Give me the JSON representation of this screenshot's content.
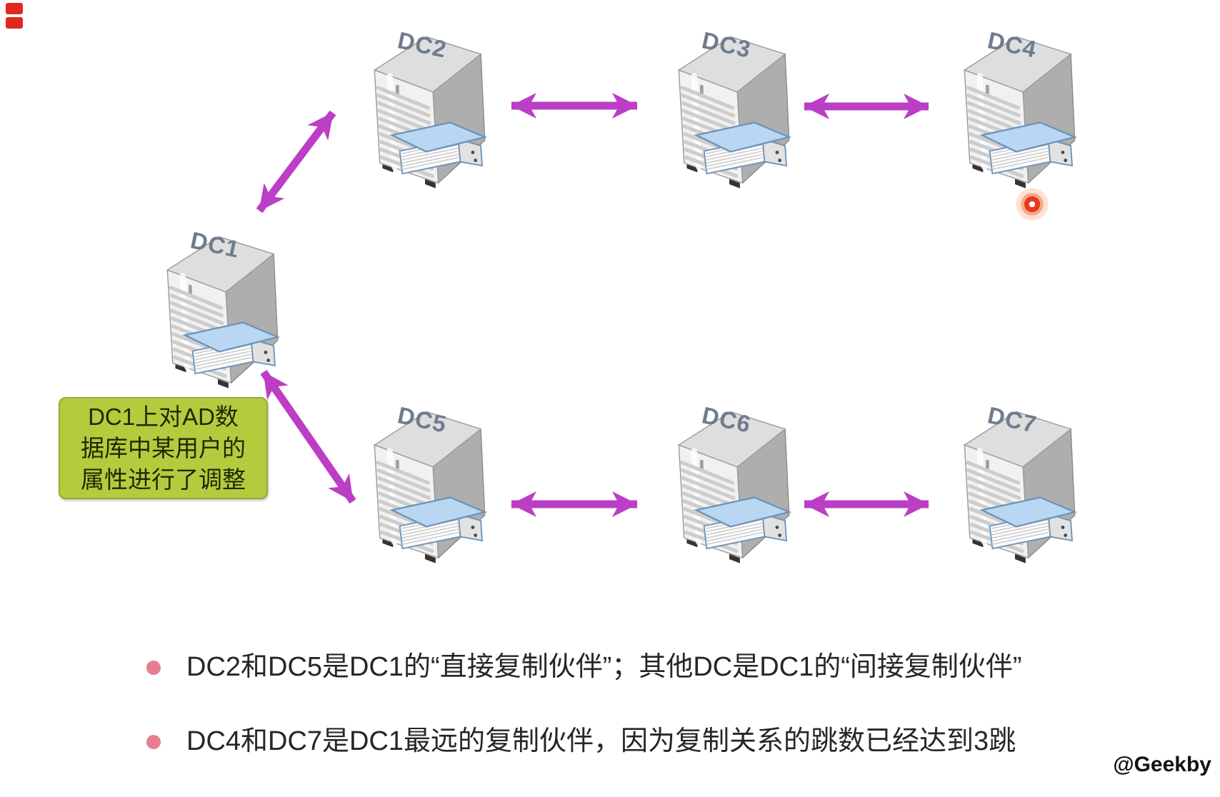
{
  "slide": {
    "nodes": [
      {
        "id": "dc1",
        "label": "DC1"
      },
      {
        "id": "dc2",
        "label": "DC2"
      },
      {
        "id": "dc3",
        "label": "DC3"
      },
      {
        "id": "dc4",
        "label": "DC4"
      },
      {
        "id": "dc5",
        "label": "DC5"
      },
      {
        "id": "dc6",
        "label": "DC6"
      },
      {
        "id": "dc7",
        "label": "DC7"
      }
    ],
    "edges": [
      {
        "from": "DC1",
        "to": "DC2"
      },
      {
        "from": "DC2",
        "to": "DC3"
      },
      {
        "from": "DC3",
        "to": "DC4"
      },
      {
        "from": "DC1",
        "to": "DC5"
      },
      {
        "from": "DC5",
        "to": "DC6"
      },
      {
        "from": "DC6",
        "to": "DC7"
      }
    ],
    "callout": {
      "text": "DC1上对AD数据库中某用户的属性进行了调整",
      "lines": [
        "DC1上对AD数",
        "据库中某用户的",
        "属性进行了调整"
      ]
    },
    "bullets": [
      "DC2和DC5是DC1的“直接复制伙伴”；其他DC是DC1的“间接复制伙伴”",
      "DC4和DC7是DC1最远的复制伙伴，因为复制关系的跳数已经达到3跳"
    ],
    "watermark": "@Geekby",
    "colors": {
      "arrow": "#bc3ec6",
      "callout_bg": "#b4cb3e",
      "callout_border": "#94a937",
      "callout_text": "#1d2a04",
      "bullet_dot": "#e87d92",
      "glow_dot": "#e63a1e",
      "server_label": "#6f7c8e",
      "book_cover": "#b9d6f2"
    }
  }
}
